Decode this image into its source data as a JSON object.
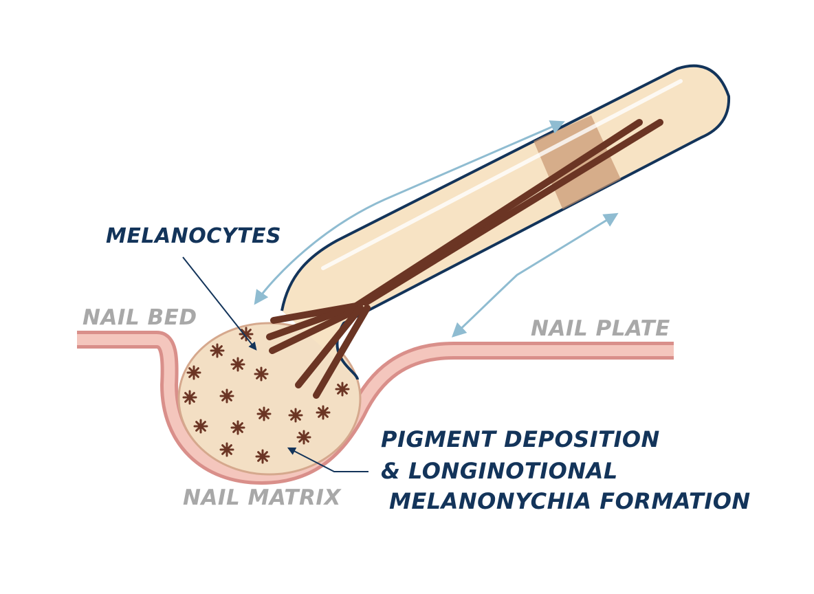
{
  "labels": {
    "nail_bed": "NAIL BED",
    "nail_plate": "NAIL PLATE",
    "nail_matrix": "NAIL MATRIX",
    "melanocytes": "MELANOCYTES",
    "pigment_line1": "PIGMENT DEPOSITION",
    "pigment_line2": "& LONGINOTIONAL",
    "pigment_line3": "MELANONYCHIA FORMATION"
  },
  "colors": {
    "background": "#ffffff",
    "skin_outer": "#d98f8a",
    "skin_inner": "#f4c6bd",
    "nail_fill": "#f7e3c4",
    "nail_outline": "#13345a",
    "matrix_fill": "#f3dfc4",
    "pigment": "#6b3524",
    "band": "#c4916c",
    "arrow": "#8fbcd1",
    "label_navy": "#13345a",
    "label_gray": "#a8a8a8"
  }
}
